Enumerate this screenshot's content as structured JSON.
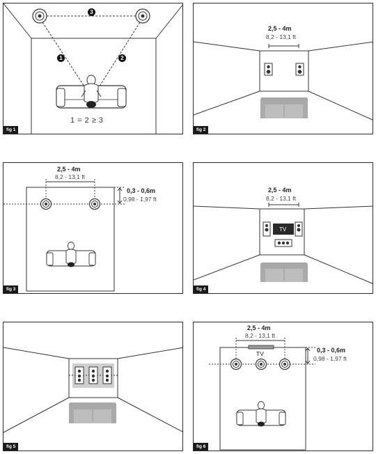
{
  "figures": [
    {
      "label": "fig 1",
      "markers": [
        "3",
        "1",
        "2"
      ],
      "equation": "1  = 2 ≥  3"
    },
    {
      "label": "fig 2",
      "dim_bold": "2,5 - 4m",
      "dim_sub": "8,2 - 13,1 ft"
    },
    {
      "label": "fig 3",
      "dim_bold": "2,5 - 4m",
      "dim_sub": "8,2 - 13,1 ft",
      "height_bold": "0,3 - 0,6m",
      "height_sub": "0,98 - 1,97 ft"
    },
    {
      "label": "fig 4",
      "dim_bold": "2,5 - 4m",
      "dim_sub": "8,2 - 13,1 ft",
      "tv": "TV"
    },
    {
      "label": "fig 5"
    },
    {
      "label": "fig 6",
      "dim_bold": "2,5 - 4m",
      "dim_sub": "8,2 - 13,1 ft",
      "height_bold": "0,3 - 0,6m",
      "height_sub": "0,98 - 1,97 ft",
      "tv": "TV"
    }
  ]
}
